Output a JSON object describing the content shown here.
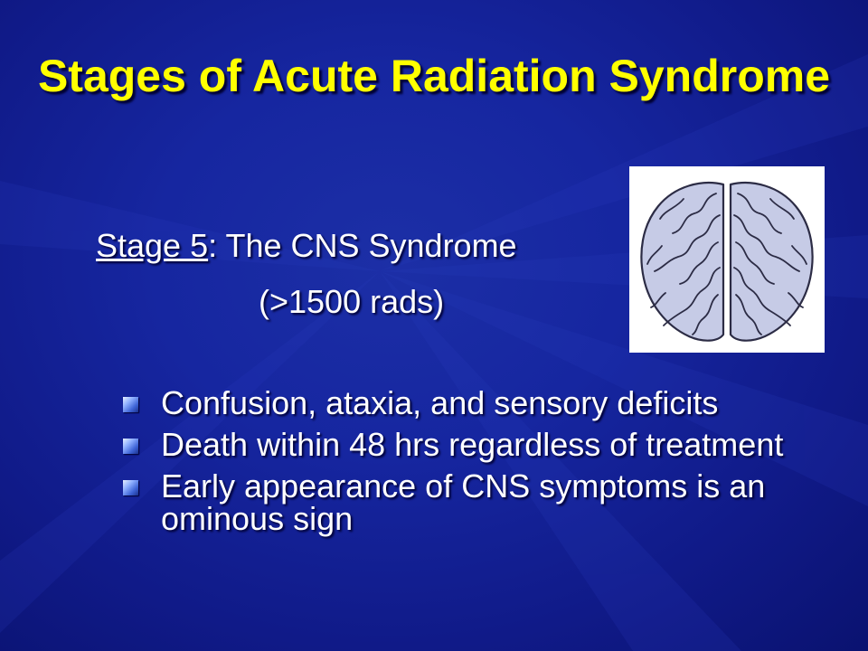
{
  "slide": {
    "title": "Stages of Acute Radiation Syndrome",
    "subtitle": {
      "stage_label": "Stage 5",
      "stage_rest": ": The CNS Syndrome",
      "dose": "(>1500 rads)"
    },
    "bullets": [
      "Confusion, ataxia, and sensory deficits",
      "Death within 48 hrs regardless of treatment",
      "Early appearance of CNS symptoms is an ominous sign"
    ],
    "image": {
      "icon": "brain-icon"
    },
    "colors": {
      "background": "#1626a0",
      "title": "#ffff00",
      "text": "#ffffff"
    }
  }
}
